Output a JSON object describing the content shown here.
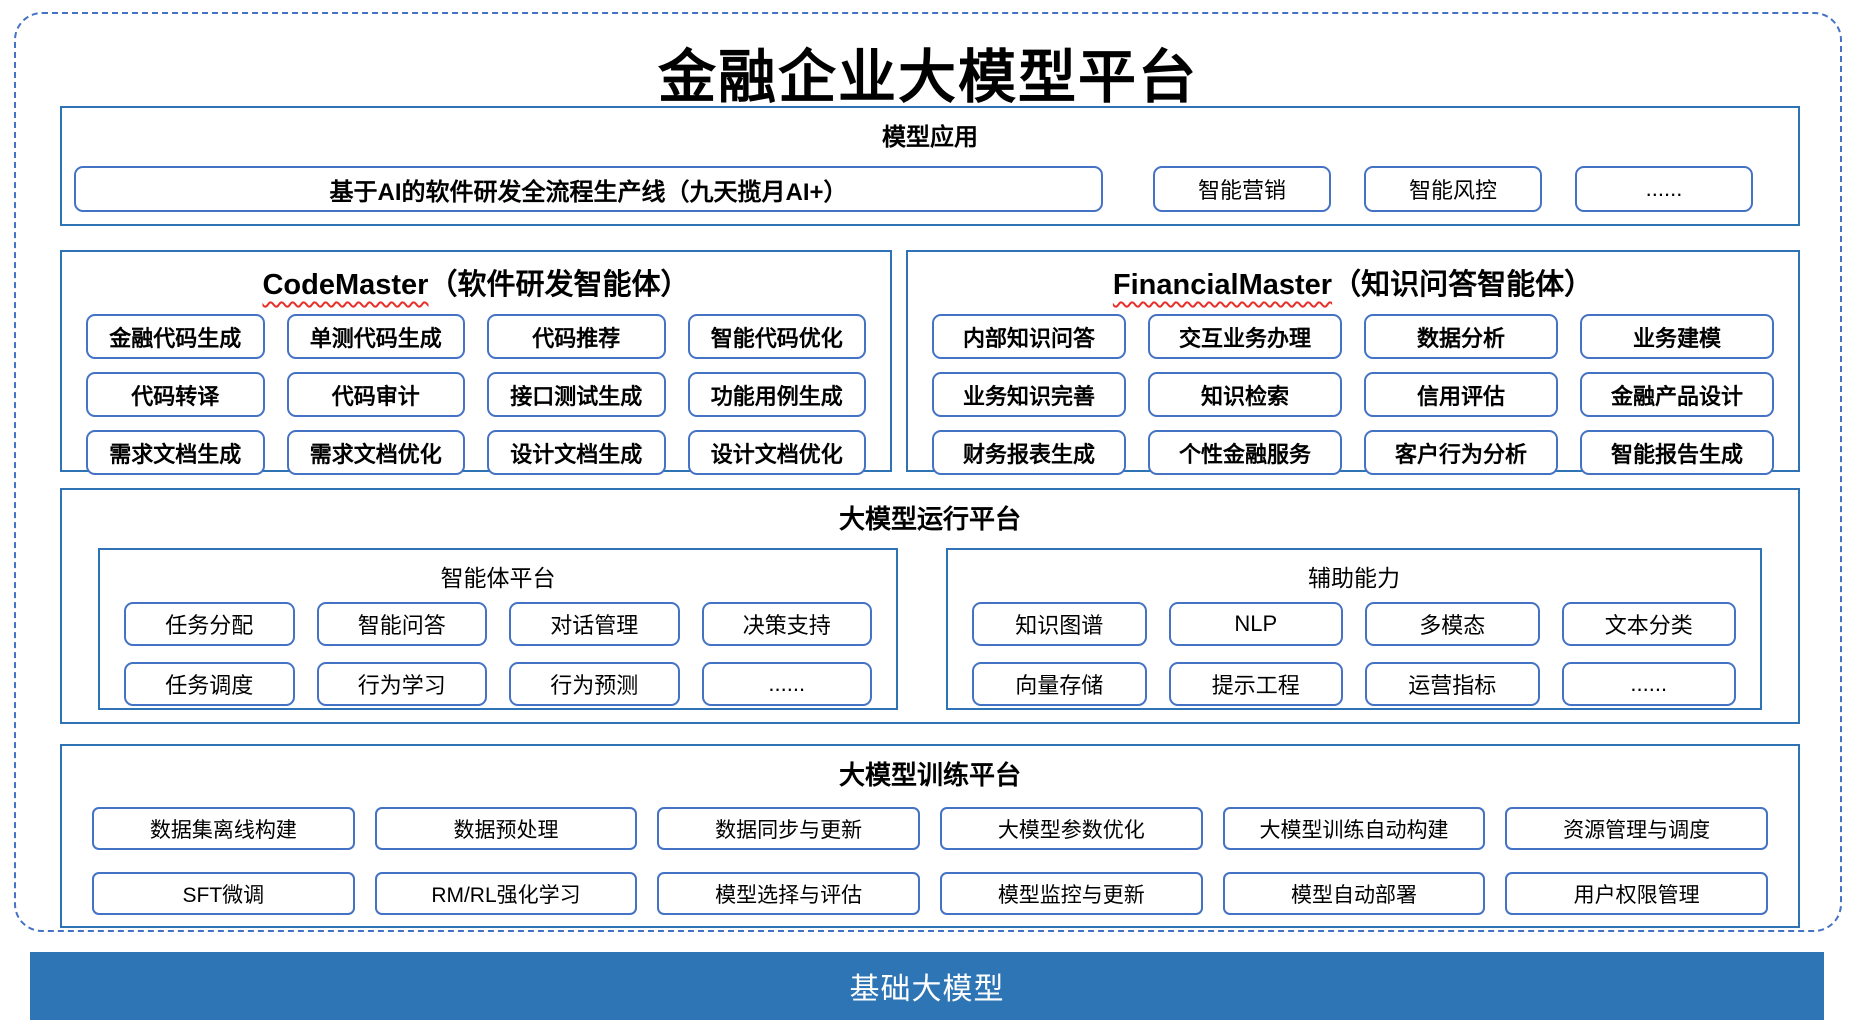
{
  "page_title": "金融企业大模型平台",
  "colors": {
    "section_border": "#2E74B5",
    "item_border": "#4472C4",
    "dashed_border": "#4472C4",
    "foundation_bar_bg": "#2E75B6",
    "foundation_bar_text": "#FFFFFF",
    "squiggle_underline": "#E8302A"
  },
  "model_applications": {
    "title": "模型应用",
    "pipeline_item": "基于AI的软件研发全流程生产线（九天揽月AI+）",
    "items": [
      "智能营销",
      "智能风控",
      "......"
    ]
  },
  "code_master": {
    "name": "CodeMaster",
    "subtitle": "（软件研发智能体）",
    "items": [
      "金融代码生成",
      "单测代码生成",
      "代码推荐",
      "智能代码优化",
      "代码转译",
      "代码审计",
      "接口测试生成",
      "功能用例生成",
      "需求文档生成",
      "需求文档优化",
      "设计文档生成",
      "设计文档优化"
    ]
  },
  "financial_master": {
    "name": "FinancialMaster",
    "subtitle": "（知识问答智能体）",
    "items": [
      "内部知识问答",
      "交互业务办理",
      "数据分析",
      "业务建模",
      "业务知识完善",
      "知识检索",
      "信用评估",
      "金融产品设计",
      "财务报表生成",
      "个性金融服务",
      "客户行为分析",
      "智能报告生成"
    ]
  },
  "runtime_platform": {
    "title": "大模型运行平台",
    "agent_platform": {
      "title": "智能体平台",
      "items": [
        "任务分配",
        "智能问答",
        "对话管理",
        "决策支持",
        "任务调度",
        "行为学习",
        "行为预测",
        "......"
      ]
    },
    "auxiliary": {
      "title": "辅助能力",
      "items": [
        "知识图谱",
        "NLP",
        "多模态",
        "文本分类",
        "向量存储",
        "提示工程",
        "运营指标",
        "......"
      ]
    }
  },
  "training_platform": {
    "title": "大模型训练平台",
    "items": [
      "数据集离线构建",
      "数据预处理",
      "数据同步与更新",
      "大模型参数优化",
      "大模型训练自动构建",
      "资源管理与调度",
      "SFT微调",
      "RM/RL强化学习",
      "模型选择与评估",
      "模型监控与更新",
      "模型自动部署",
      "用户权限管理"
    ]
  },
  "foundation": {
    "label": "基础大模型"
  }
}
